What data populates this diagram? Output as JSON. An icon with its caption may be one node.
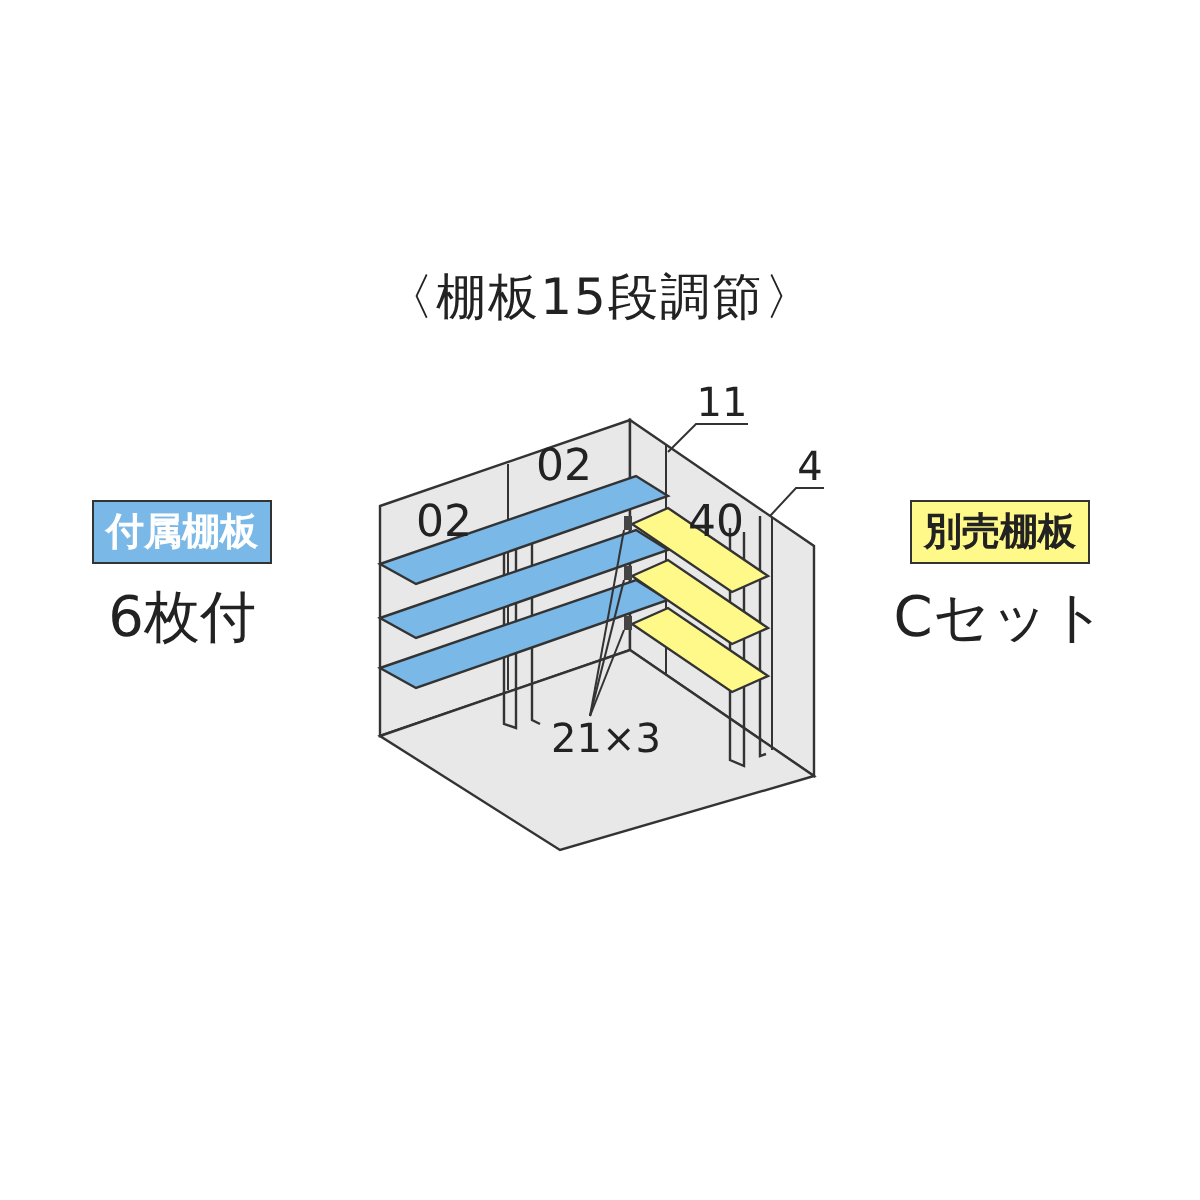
{
  "diagram": {
    "title": "〈棚板15段調節〉",
    "nodes": [
      {
        "text": [
          "付属棚板"
        ],
        "beside": [
          "6枚付"
        ]
      },
      {
        "text": [
          "別売棚板"
        ],
        "beside": [
          "Cセット"
        ]
      },
      {
        "text": [
          "11"
        ]
      },
      {
        "text": [
          "4"
        ]
      },
      {
        "text": [
          "21×3"
        ]
      },
      {
        "text": [],
        "shape": "bar"
      },
      {
        "text": [],
        "shape": "bar"
      },
      {
        "text": [],
        "shape": "bar"
      }
    ],
    "edges": [
      {
        "from": 2,
        "to": null,
        "arrow": "none"
      },
      {
        "from": 3,
        "to": null,
        "arrow": "none"
      },
      {
        "from": 4,
        "to": 5,
        "arrow": "none"
      },
      {
        "from": 4,
        "to": 6,
        "arrow": "none"
      },
      {
        "from": 4,
        "to": 7,
        "arrow": "none"
      }
    ],
    "labels": [
      "02",
      "02",
      "40"
    ]
  }
}
